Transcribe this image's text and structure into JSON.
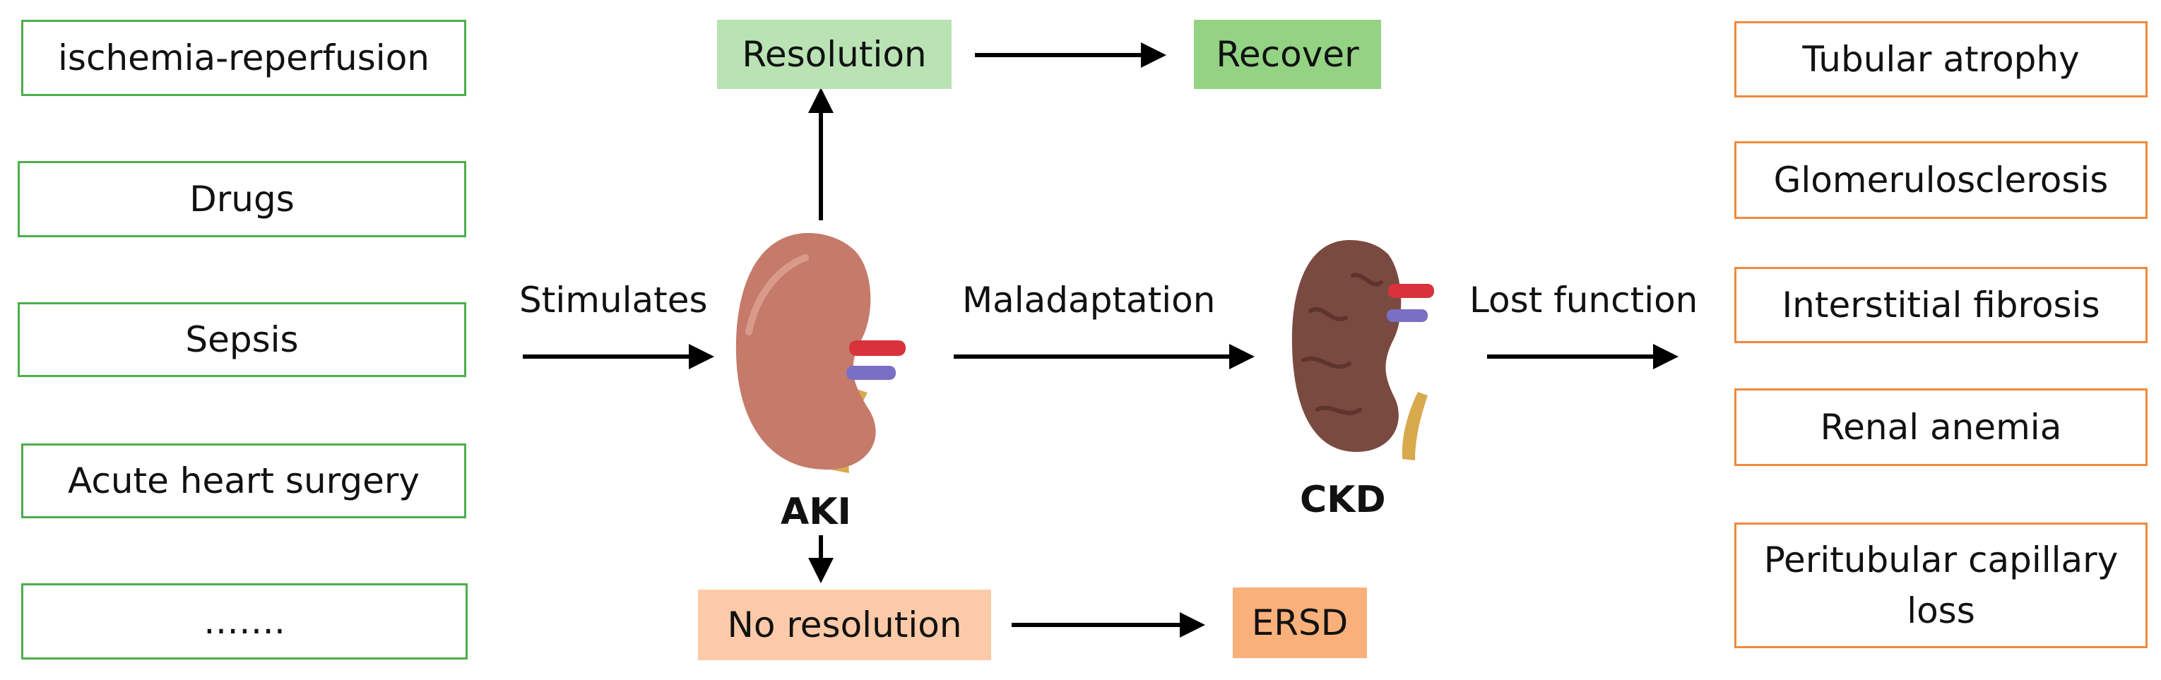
{
  "causes": [
    {
      "label": "ischemia-reperfusion"
    },
    {
      "label": "Drugs"
    },
    {
      "label": "Sepsis"
    },
    {
      "label": "Acute heart surgery"
    },
    {
      "label": "……."
    }
  ],
  "edges": {
    "stimulates": "Stimulates",
    "maladaptation": "Maladaptation",
    "lost_function": "Lost function"
  },
  "nodes": {
    "aki": "AKI",
    "ckd": "CKD",
    "resolution": "Resolution",
    "recover": "Recover",
    "no_resolution": "No resolution",
    "ersd": "ERSD"
  },
  "outcomes": [
    {
      "label": "Tubular atrophy"
    },
    {
      "label": "Glomerulosclerosis"
    },
    {
      "label": "Interstitial fibrosis"
    },
    {
      "label": "Renal anemia"
    },
    {
      "label": "Peritubular capillary loss"
    }
  ],
  "colors": {
    "cause_border": "#4cae4c",
    "outcome_border": "#f08a3c",
    "resolution_fill": "#b9e3b3",
    "recover_fill": "#93d383",
    "no_resolution_fill": "#fccaa8",
    "ersd_fill": "#f9b07a",
    "aki_kidney": "#c57a6a",
    "ckd_kidney": "#7a4a40"
  }
}
